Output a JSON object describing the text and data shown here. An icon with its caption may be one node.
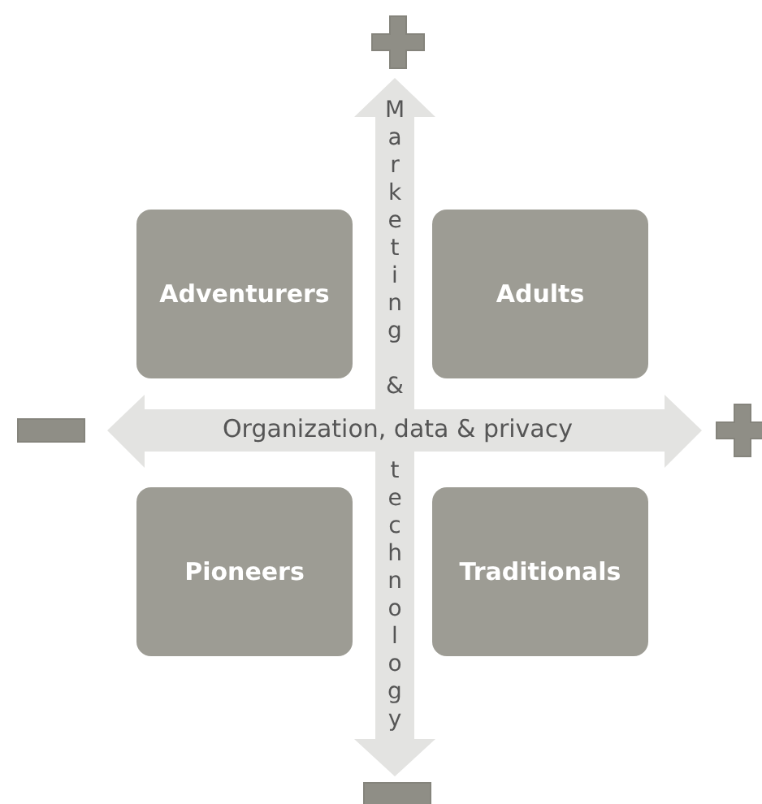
{
  "diagram": {
    "nodes": [
      {
        "text": [
          "Adventurers"
        ]
      },
      {
        "text": [
          "Adults"
        ]
      },
      {
        "text": [
          "Pioneers"
        ]
      },
      {
        "text": [
          "Traditionals"
        ]
      }
    ],
    "labels": [
      "Marketing &",
      "Organization, data & privacy",
      "technology"
    ]
  }
}
